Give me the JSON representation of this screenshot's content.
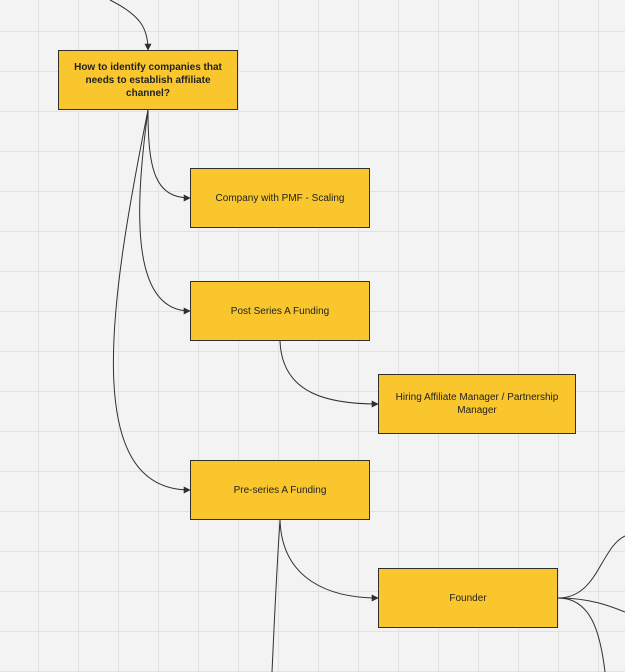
{
  "board": {
    "background": "#f3f3f3",
    "grid_color": "#e2e2e2",
    "sticky_color": "#f9c72d",
    "line_color": "#2f2f2f"
  },
  "nodes": {
    "root": "How to identify companies that needs to establish affiliate channel?",
    "pmf": "Company with PMF - Scaling",
    "post_series_a": "Post Series A Funding",
    "hiring": "Hiring Affiliate Manager / Partnership Manager",
    "pre_series_a": "Pre-series A Funding",
    "founder": "Founder"
  }
}
